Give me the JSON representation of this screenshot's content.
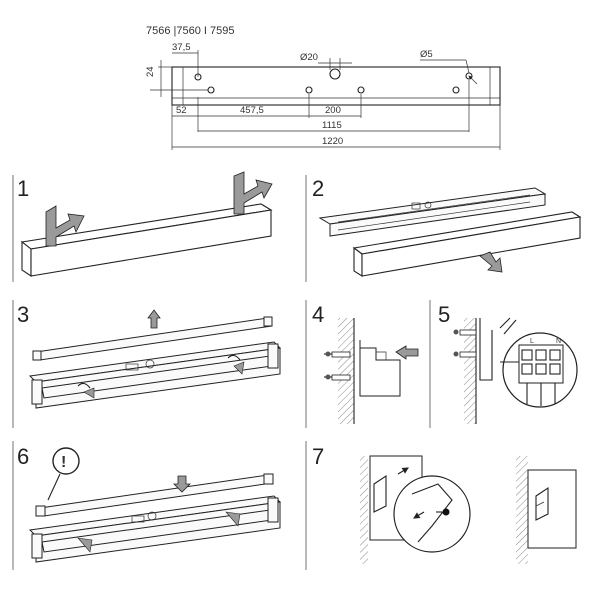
{
  "header": {
    "model_codes": "7566 |7560 I 7595"
  },
  "dimensions": {
    "d_37_5": "37,5",
    "d_24": "24",
    "d_phi20": "Ø20",
    "d_phi5": "Ø5",
    "d_52": "52",
    "d_457_5": "457,5",
    "d_200": "200",
    "d_1115": "1115",
    "d_1220": "1220"
  },
  "steps": [
    {
      "number": "1"
    },
    {
      "number": "2"
    },
    {
      "number": "3"
    },
    {
      "number": "4"
    },
    {
      "number": "5"
    },
    {
      "number": "6"
    },
    {
      "number": "7"
    }
  ],
  "terminal_labels": {
    "l": "L",
    "n": "N"
  },
  "warning_symbol": "!",
  "colors": {
    "line": "#222222",
    "arrow_gray": "#9a9a9a",
    "wall_hatch": "#8a8a8a",
    "separator": "#b9b9b9"
  }
}
